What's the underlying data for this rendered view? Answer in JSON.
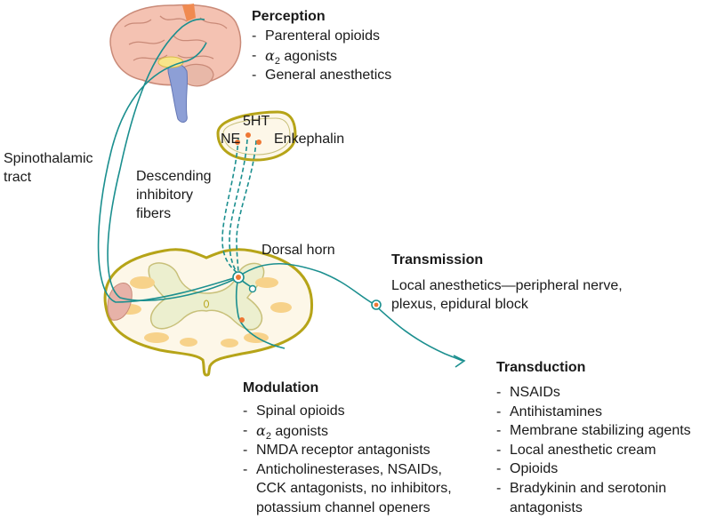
{
  "perception": {
    "heading": "Perception",
    "items": [
      "Parenteral opioids",
      "agonists",
      "General anesthetics"
    ]
  },
  "alpha": {
    "symbol": "α",
    "subscript": "2"
  },
  "neurotransmitters": {
    "ht": "5HT",
    "ne": "NE",
    "enk": "Enkephalin"
  },
  "spinothalamic": {
    "line1": "Spinothalamic",
    "line2": "tract"
  },
  "descending": {
    "line1": "Descending",
    "line2": "inhibitory",
    "line3": "fibers"
  },
  "dorsal_horn": "Dorsal horn",
  "transmission": {
    "heading": "Transmission",
    "line1": "Local anesthetics—peripheral nerve,",
    "line2": "plexus, epidural block"
  },
  "modulation": {
    "heading": "Modulation",
    "item1": "Spinal opioids",
    "item2": "agonists",
    "item3": "NMDA receptor antagonists",
    "item4": [
      "Anticholinesterases, NSAIDs,",
      "CCK antagonists, no inhibitors,",
      "potassium channel openers"
    ]
  },
  "transduction": {
    "heading": "Transduction",
    "item1": "NSAIDs",
    "item2": "Antihistamines",
    "item3": "Membrane stabilizing agents",
    "item4": "Local anesthetic cream",
    "item5": "Opioids",
    "item6": [
      "Bradykinin and serotonin",
      "antagonists"
    ]
  },
  "dash": "-",
  "colors": {
    "nerve": "#1b8f8f",
    "cord_outline": "#b6a418",
    "gray_matter": "#ecefcf",
    "cord_fill": "#fdf7e8",
    "dot": "#ee7733",
    "brain": "#f0b8a8",
    "brainstem": "#8d9fd6"
  }
}
